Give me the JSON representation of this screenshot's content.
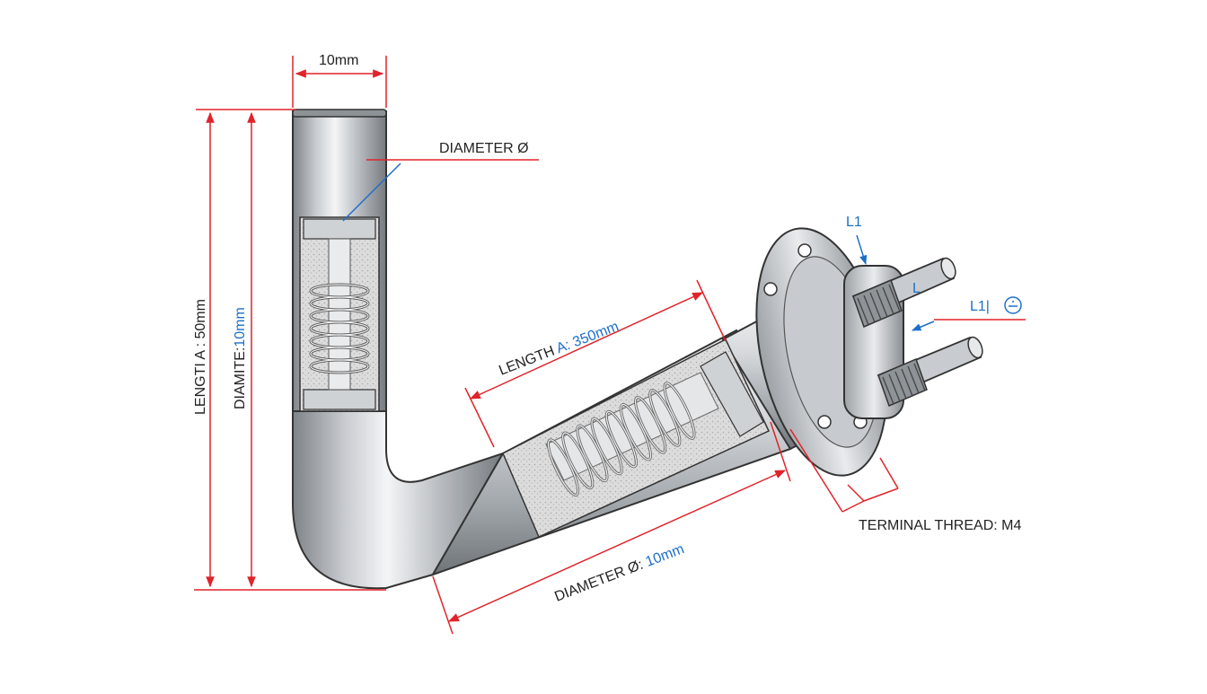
{
  "labels": {
    "top_width_prefix": "10mm",
    "diameter_top": "DIAMETER Ø",
    "length_left_prefix": "LENGTI A : 50mm",
    "diameter_left_prefix": "DIAMITE:",
    "diameter_left_value": "10mm",
    "length_diag_prefix": "LENGTH ",
    "length_diag_value": "A: 350mm",
    "diameter_bottom_prefix": "DIAMETER Ø:",
    "diameter_bottom_value": " 10mm",
    "l1_top": "L1",
    "l_small": "L",
    "l1_right": "L1|",
    "l1_right_symbol": "⊖",
    "terminal_thread": "TERMINAL THREAD: M4"
  },
  "colors": {
    "dimension_red": "#e0242a",
    "callout_blue": "#1d6fc9",
    "text_dark": "#222222",
    "metal_light": "#e6e8ea",
    "metal_mid": "#b4b8bc",
    "metal_dark": "#7a7f84",
    "outline": "#333333"
  }
}
